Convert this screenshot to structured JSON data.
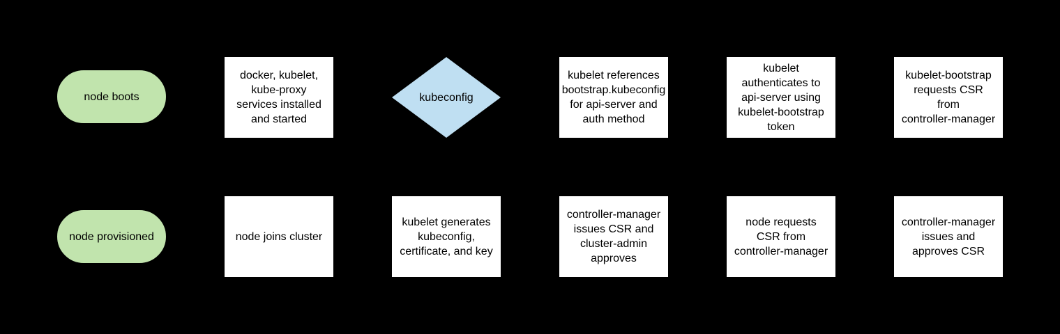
{
  "canvas": {
    "background": "#000000",
    "text_color": "#000000"
  },
  "colors": {
    "terminator_fill": "#c1e4ad",
    "decision_fill": "#bfdff2",
    "process_fill": "#ffffff"
  },
  "flowchart": {
    "nodes": {
      "node_boots": {
        "type": "terminator",
        "label": "node boots"
      },
      "services_installed": {
        "type": "process",
        "label": "docker, kubelet,\nkube-proxy\nservices installed\nand started"
      },
      "kubeconfig": {
        "type": "decision",
        "label": "kubeconfig"
      },
      "kubelet_references": {
        "type": "process",
        "label": "kubelet references\nbootstrap.kubeconfig\nfor api-server and\nauth method"
      },
      "kubelet_authenticates": {
        "type": "process",
        "label": "kubelet\nauthenticates to\napi-server using\nkubelet-bootstrap\ntoken"
      },
      "bootstrap_requests_csr": {
        "type": "process",
        "label": "kubelet-bootstrap\nrequests CSR\nfrom\ncontroller-manager"
      },
      "node_provisioned": {
        "type": "terminator",
        "label": "node provisioned"
      },
      "node_joins_cluster": {
        "type": "process",
        "label": "node joins cluster"
      },
      "kubelet_generates": {
        "type": "process",
        "label": "kubelet generates\nkubeconfig,\ncertificate, and key"
      },
      "cm_issues_admin_approves": {
        "type": "process",
        "label": "controller-manager\nissues CSR and\ncluster-admin\napproves"
      },
      "node_requests_csr": {
        "type": "process",
        "label": "node requests\nCSR from\ncontroller-manager"
      },
      "cm_issues_approves_csr": {
        "type": "process",
        "label": "controller-manager\nissues and\napproves CSR"
      }
    }
  }
}
